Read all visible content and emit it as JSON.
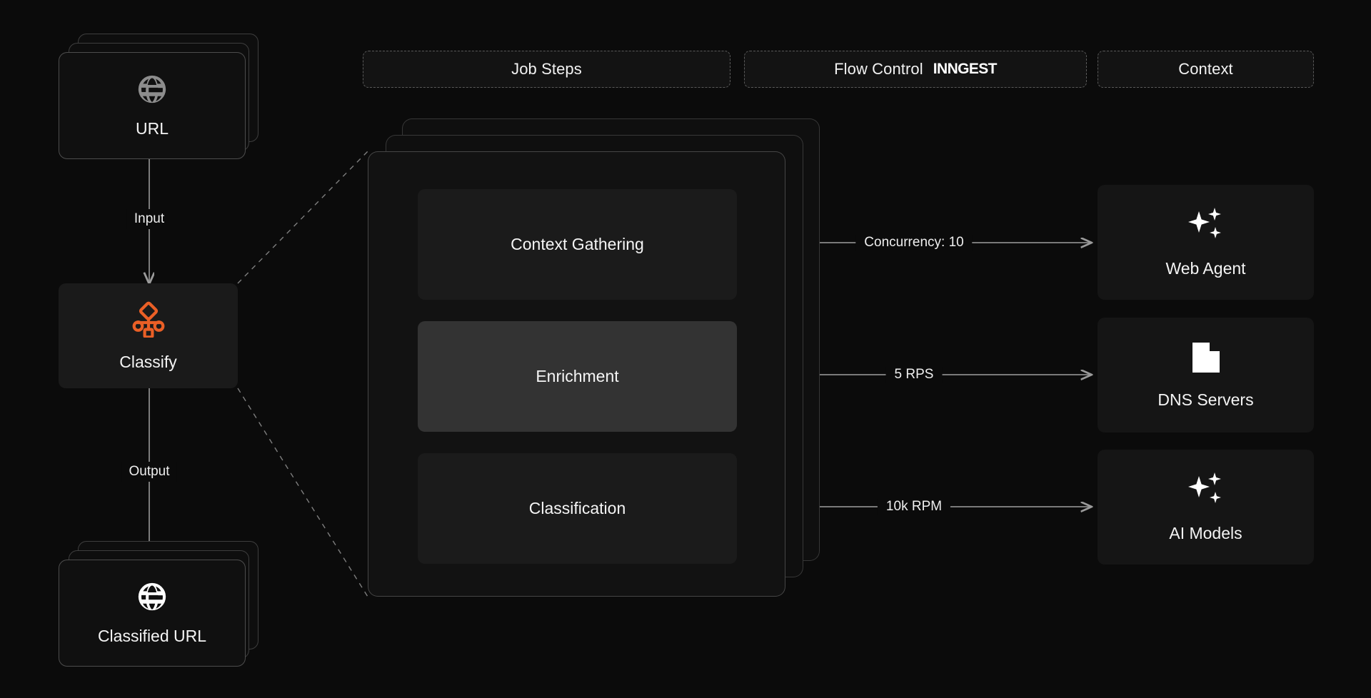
{
  "colors": {
    "background": "#0b0b0b",
    "accent": "#ea5f26",
    "card_bg": "#101010",
    "card_border": "rgba(255,255,255,0.26)",
    "step_bg": "#1b1b1b",
    "step_active_bg": "#333333",
    "text": "#f4f4f4",
    "wire": "#8a8a8a"
  },
  "headers": [
    {
      "label": "Job Steps",
      "brand": ""
    },
    {
      "label": "Flow Control",
      "brand": "INNGEST"
    },
    {
      "label": "Context",
      "brand": ""
    }
  ],
  "left_column": {
    "input_node": {
      "label": "URL",
      "icon": "globe-icon",
      "stacked": true
    },
    "input_edge_label": "Input",
    "process_node": {
      "label": "Classify",
      "icon": "workflow-branch-icon"
    },
    "output_edge_label": "Output",
    "output_node": {
      "label": "Classified URL",
      "icon": "globe-icon",
      "stacked": true
    }
  },
  "job_steps": {
    "stack_count": 3,
    "steps": [
      {
        "label": "Context Gathering",
        "active": false
      },
      {
        "label": "Enrichment",
        "active": true
      },
      {
        "label": "Classification",
        "active": false
      }
    ]
  },
  "flow_control": {
    "edges": [
      {
        "label": "Concurrency: 10",
        "from": "Context Gathering",
        "to": "Web Agent"
      },
      {
        "label": "5 RPS",
        "from": "Enrichment",
        "to": "DNS Servers"
      },
      {
        "label": "10k RPM",
        "from": "Classification",
        "to": "AI Models"
      }
    ]
  },
  "context": {
    "resources": [
      {
        "label": "Web Agent",
        "icon": "sparkles-icon"
      },
      {
        "label": "DNS Servers",
        "icon": "building-icon"
      },
      {
        "label": "AI Models",
        "icon": "sparkles-icon"
      }
    ]
  }
}
